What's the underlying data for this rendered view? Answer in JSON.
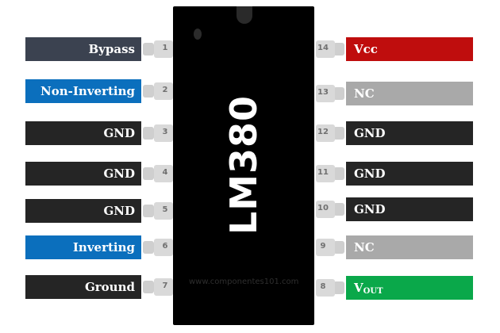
{
  "chip": {
    "name": "LM380",
    "watermark": "www.componentes101.com"
  },
  "colors": {
    "dark": "#252525",
    "slate": "#3b4250",
    "blue": "#0b6fbd",
    "red": "#bf0d0d",
    "gray": "#a9a9a9",
    "green": "#0aa84a",
    "pin": "#d9d9d9"
  },
  "pins": {
    "p1": {
      "num": "1",
      "label": "Bypass"
    },
    "p2": {
      "num": "2",
      "label": "Non-Inverting"
    },
    "p3": {
      "num": "3",
      "label": "GND"
    },
    "p4": {
      "num": "4",
      "label": "GND"
    },
    "p5": {
      "num": "5",
      "label": "GND"
    },
    "p6": {
      "num": "6",
      "label": "Inverting"
    },
    "p7": {
      "num": "7",
      "label": "Ground"
    },
    "p8": {
      "num": "8",
      "label": "V",
      "sub": "OUT"
    },
    "p9": {
      "num": "9",
      "label": "NC"
    },
    "p10": {
      "num": "10",
      "label": "GND"
    },
    "p11": {
      "num": "11",
      "label": "GND"
    },
    "p12": {
      "num": "12",
      "label": "GND"
    },
    "p13": {
      "num": "13",
      "label": "NC"
    },
    "p14": {
      "num": "14",
      "label": "Vcc"
    }
  }
}
